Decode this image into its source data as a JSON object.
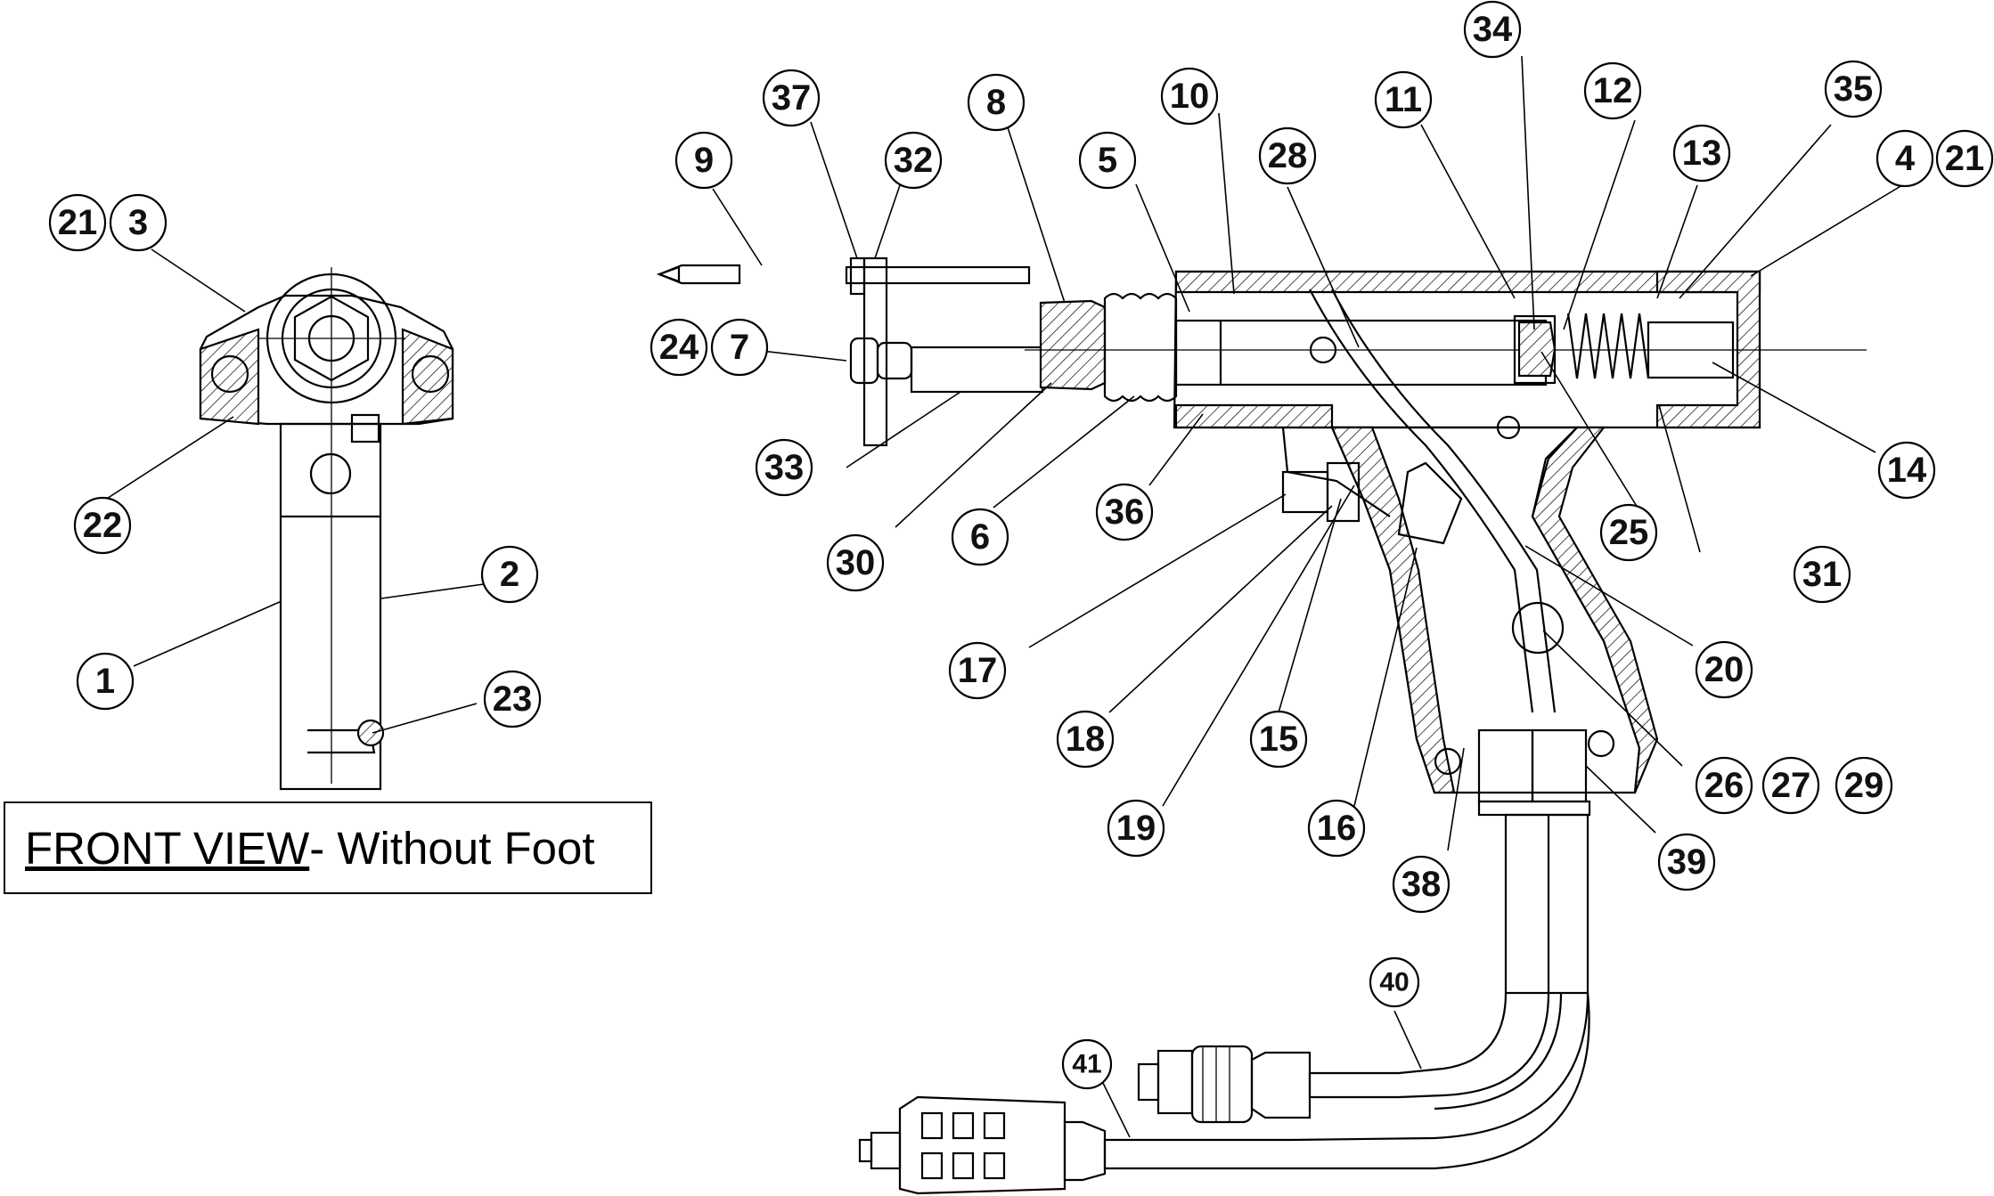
{
  "view_label": {
    "main": "FRONT VIEW",
    "suffix": "- Without Foot"
  },
  "callouts": {
    "front": [
      "21",
      "3",
      "22",
      "2",
      "1",
      "23"
    ],
    "gun": [
      "9",
      "37",
      "32",
      "8",
      "10",
      "5",
      "28",
      "11",
      "34",
      "12",
      "35",
      "13",
      "4",
      "21",
      "24",
      "7",
      "33",
      "30",
      "6",
      "36",
      "17",
      "18",
      "15",
      "19",
      "16",
      "38",
      "39",
      "20",
      "25",
      "31",
      "14",
      "26",
      "27",
      "29",
      "40",
      "41"
    ]
  }
}
